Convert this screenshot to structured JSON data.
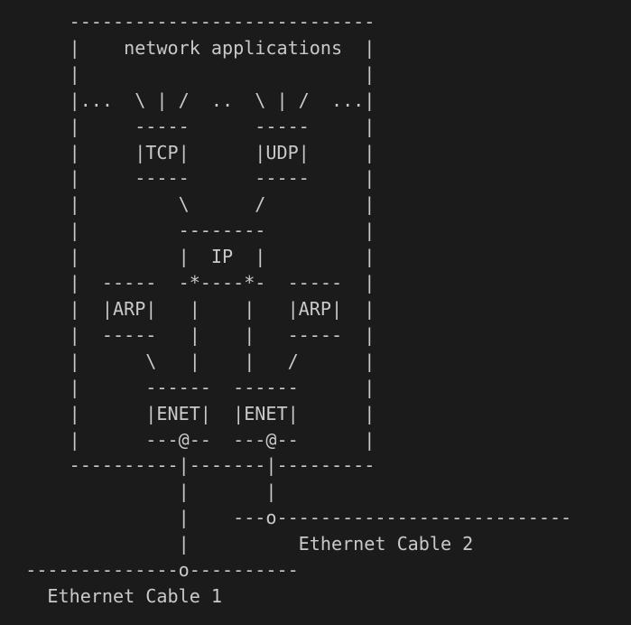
{
  "diagram": {
    "title": "network applications",
    "layers": {
      "transport": [
        "TCP",
        "UDP"
      ],
      "network": "IP",
      "link_aux": [
        "ARP",
        "ARP"
      ],
      "link": [
        "ENET",
        "ENET"
      ]
    },
    "cables": [
      "Ethernet Cable 1",
      "Ethernet Cable 2"
    ],
    "lines": [
      "      ----------------------------",
      "      |    network applications  |",
      "      |                          |",
      "      |...  \\ | /  ..  \\ | /  ...|",
      "      |     -----      -----     |",
      "      |     |TCP|      |UDP|     |",
      "      |     -----      -----     |",
      "      |         \\      /         |",
      "      |         --------         |",
      "      |         |  IP  |         |",
      "      |  -----  -*----*-  -----  |",
      "      |  |ARP|   |    |   |ARP|  |",
      "      |  -----   |    |   -----  |",
      "      |      \\   |    |   /      |",
      "      |      ------  ------      |",
      "      |      |ENET|  |ENET|      |",
      "      |      ---@--  ---@--      |",
      "      ----------|-------|---------",
      "                |       |",
      "                |    ---o---------------------------",
      "                |          Ethernet Cable 2",
      "  --------------o----------",
      "    Ethernet Cable 1"
    ]
  }
}
